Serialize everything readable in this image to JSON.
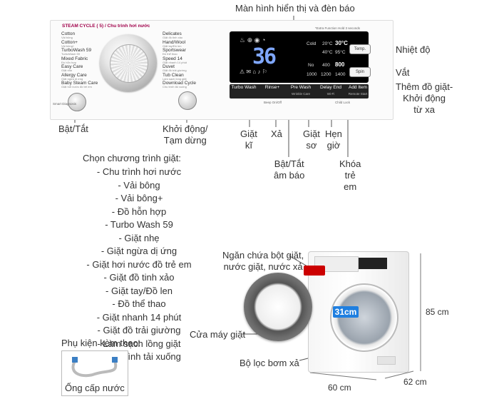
{
  "panel": {
    "steam_cycle_label": "STEAM CYCLE ( 5) / Chu trình hơi nước",
    "left_programs": [
      {
        "name": "Cotton",
        "sub": "Vải bông"
      },
      {
        "name": "Cotton+",
        "sub": "Vải bông+"
      },
      {
        "name": "TurboWash 59",
        "sub": "TurboWash 59"
      },
      {
        "name": "Mixed Fabric",
        "sub": "Đồ hỗn hợp"
      },
      {
        "name": "Easy Care",
        "sub": "Giặt nhẹ"
      },
      {
        "name": "Allergy Care",
        "sub": "Giặt ngừa dị ứng"
      },
      {
        "name": "Baby Steam Care",
        "sub": "Giặt hơi nước đồ trẻ em"
      }
    ],
    "right_programs": [
      {
        "name": "Delicates",
        "sub": "Giặt đồ tinh xảo"
      },
      {
        "name": "Hand/Wool",
        "sub": "Giặt tay/Đồ len"
      },
      {
        "name": "Sportswear",
        "sub": "Đồ thể thao"
      },
      {
        "name": "Speed 14",
        "sub": "Giặt nhanh 14 phút"
      },
      {
        "name": "Duvet",
        "sub": "Giặt đồ trải giường"
      },
      {
        "name": "Tub Clean",
        "sub": "Làm sạch lồng giặt"
      },
      {
        "name": "Download Cycle",
        "sub": "Chu trình tải xuống"
      }
    ],
    "smart_diagnosis": "Smart Diagnosis",
    "display_note": "*Extra Function Hold 3 seconds",
    "display_time": "36",
    "cold": "Cold",
    "temps": [
      "20°C",
      "30°C",
      "40°C",
      "95°C"
    ],
    "spins": [
      "No",
      "400",
      "800",
      "1000",
      "1200",
      "1400"
    ],
    "temp_button": "Temp.",
    "spin_button": "Spin",
    "buttons": [
      {
        "label": "Turbo Wash",
        "sub": ""
      },
      {
        "label": "Rinse+",
        "sub": ""
      },
      {
        "label": "Pre Wash",
        "sub": "Wrinkle Care"
      },
      {
        "label": "Delay End",
        "sub": "Wi-Fi"
      },
      {
        "label": "Add Item",
        "sub": "Remote Start"
      }
    ],
    "beep_label": "Beep On/Off",
    "child_lock_label": "Child Lock"
  },
  "labels": {
    "display": "Màn hình hiển thị và đèn báo",
    "temperature": "Nhiệt độ",
    "spin": "Vắt",
    "add_item": "Thêm đồ giặt-\nKhởi động\ntừ xa",
    "power": "Bật/Tắt",
    "start_pause": "Khởi động/\nTạm dừng",
    "turbo_wash": "Giặt\nkĩ",
    "rinse": "Xả",
    "pre_wash": "Giặt\nsơ",
    "delay_end": "Hẹn\ngiờ",
    "beep": "Bật/Tắt\nâm báo",
    "child_lock": "Khóa\ntrẻ\nem",
    "program_title": "Chọn chương trình giặt:",
    "program_list": [
      "- Chu trình hơi nước",
      "- Vải bông",
      "- Vải bông+",
      "- Đồ hỗn hợp",
      "- Turbo Wash 59",
      "- Giặt nhẹ",
      "- Giặt ngừa dị ứng",
      "- Giặt hơi nước đồ trẻ em",
      "- Giặt đồ tinh xảo",
      "- Giặt tay/Đồ len",
      "- Đồ thể thao",
      "- Giặt nhanh 14 phút",
      "- Giặt đồ trải giường",
      "- Làm sạch lồng giặt",
      "- Chu trình tải xuống"
    ],
    "accessories": "Phụ kiện kèm theo:",
    "hose": "Ống cấp nước",
    "detergent_drawer": "Ngăn chứa bột giặt,\nnước giặt, nước xả",
    "door": "Cửa máy giặt",
    "pump_filter": "Bộ lọc bơm xả",
    "drum_size": "31cm",
    "height": "85 cm",
    "width": "60 cm",
    "depth": "62 cm"
  }
}
